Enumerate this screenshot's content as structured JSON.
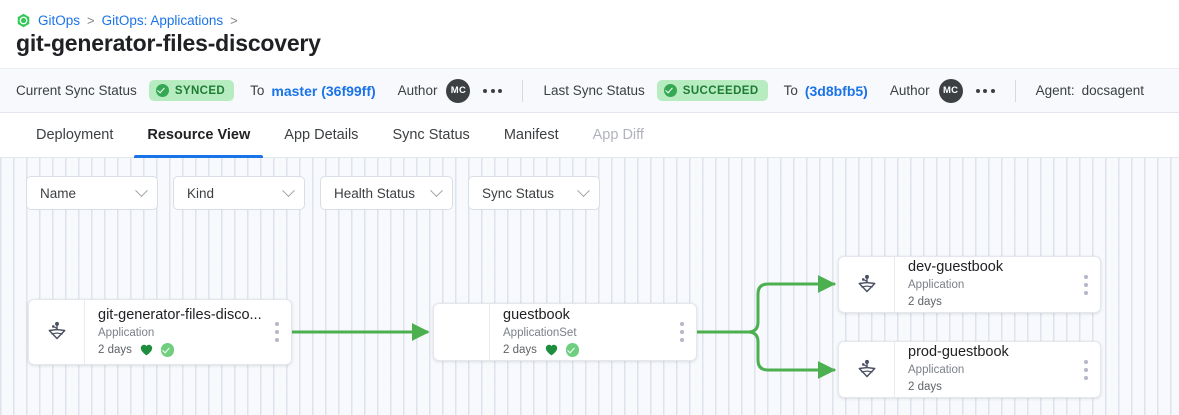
{
  "breadcrumb": {
    "icon": "gitops-hex-icon",
    "items": [
      {
        "label": "GitOps",
        "type": "link"
      },
      {
        "label": "GitOps: Applications",
        "type": "link"
      }
    ],
    "separator": ">"
  },
  "page_title": "git-generator-files-discovery",
  "status_bar": {
    "current_sync_label": "Current Sync Status",
    "current_sync_badge": "SYNCED",
    "current_to_label": "To",
    "current_revision": "master (36f99ff)",
    "current_author_label": "Author",
    "current_author_initials": "MC",
    "last_sync_label": "Last Sync Status",
    "last_sync_badge": "SUCCEEDED",
    "last_to_label": "To",
    "last_revision": "(3d8bfb5)",
    "last_author_label": "Author",
    "last_author_initials": "MC",
    "agent_label": "Agent:",
    "agent_value": "docsagent",
    "overflow_icon": "more-horizontal-icon"
  },
  "tabs": [
    {
      "label": "Deployment",
      "active": false,
      "disabled": false
    },
    {
      "label": "Resource View",
      "active": true,
      "disabled": false
    },
    {
      "label": "App Details",
      "active": false,
      "disabled": false
    },
    {
      "label": "Sync Status",
      "active": false,
      "disabled": false
    },
    {
      "label": "Manifest",
      "active": false,
      "disabled": false
    },
    {
      "label": "App Diff",
      "active": false,
      "disabled": true
    }
  ],
  "filters": [
    {
      "label": "Name",
      "icon": "chevron-down-icon"
    },
    {
      "label": "Kind",
      "icon": "chevron-down-icon"
    },
    {
      "label": "Health Status",
      "icon": "chevron-down-icon"
    },
    {
      "label": "Sync Status",
      "icon": "chevron-down-icon"
    }
  ],
  "graph": {
    "nodes": [
      {
        "id": "root",
        "title": "git-generator-files-disco...",
        "kind": "Application",
        "age": "2 days",
        "icon": "argo-application-icon",
        "has_icon": true,
        "health": "Healthy",
        "sync": "Synced",
        "show_badges": true,
        "menu_icon": "more-vertical-icon"
      },
      {
        "id": "appset",
        "title": "guestbook",
        "kind": "ApplicationSet",
        "age": "2 days",
        "icon": "",
        "has_icon": false,
        "health": "Healthy",
        "sync": "Synced",
        "show_badges": true,
        "menu_icon": "more-vertical-icon"
      },
      {
        "id": "dev",
        "title": "dev-guestbook",
        "kind": "Application",
        "age": "2 days",
        "icon": "argo-application-icon",
        "has_icon": true,
        "health": "",
        "sync": "",
        "show_badges": false,
        "menu_icon": "more-vertical-icon"
      },
      {
        "id": "prod",
        "title": "prod-guestbook",
        "kind": "Application",
        "age": "2 days",
        "icon": "argo-application-icon",
        "has_icon": true,
        "health": "",
        "sync": "",
        "show_badges": false,
        "menu_icon": "more-vertical-icon"
      }
    ],
    "edges": [
      {
        "from": "root",
        "to": "appset"
      },
      {
        "from": "appset",
        "to": "dev"
      },
      {
        "from": "appset",
        "to": "prod"
      }
    ]
  },
  "colors": {
    "link": "#1a73e8",
    "badge_bg": "#b7ecc1",
    "badge_text": "#1e7b34",
    "edge": "#4caf50",
    "health": "#1e8e3e",
    "sync": "#6fcf7e",
    "canvas_bg": "#f7f9fc",
    "accent_underline": "#1a73e8"
  }
}
